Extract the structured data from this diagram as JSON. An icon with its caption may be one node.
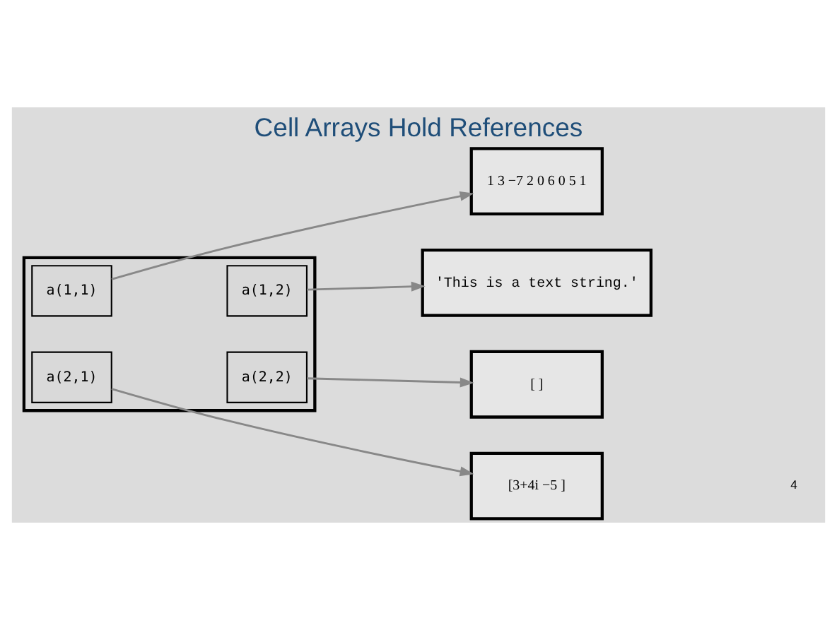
{
  "diagram": {
    "title": "Cell Arrays Hold References",
    "nodes": [
      {
        "text": [],
        "shape": "box"
      },
      {
        "text": [
          "a(1,1)"
        ],
        "in": 0
      },
      {
        "text": [
          "a(1,2)"
        ],
        "in": 0
      },
      {
        "text": [
          "a(2,1)"
        ],
        "in": 0
      },
      {
        "text": [
          "a(2,2)"
        ],
        "in": 0
      },
      {
        "text": [
          "1 3 −7 2 0 6 0 5 1"
        ]
      },
      {
        "text": [
          "'This is a text string.'"
        ]
      },
      {
        "text": [
          "[ ]"
        ]
      },
      {
        "text": [
          "[3+4i −5 ]"
        ]
      }
    ],
    "edges": [
      {
        "from": 1,
        "to": 5,
        "arrow": "to"
      },
      {
        "from": 2,
        "to": 6,
        "arrow": "to"
      },
      {
        "from": 4,
        "to": 7,
        "arrow": "to"
      },
      {
        "from": 3,
        "to": 8,
        "arrow": "to"
      }
    ],
    "labels": [
      "4"
    ]
  }
}
